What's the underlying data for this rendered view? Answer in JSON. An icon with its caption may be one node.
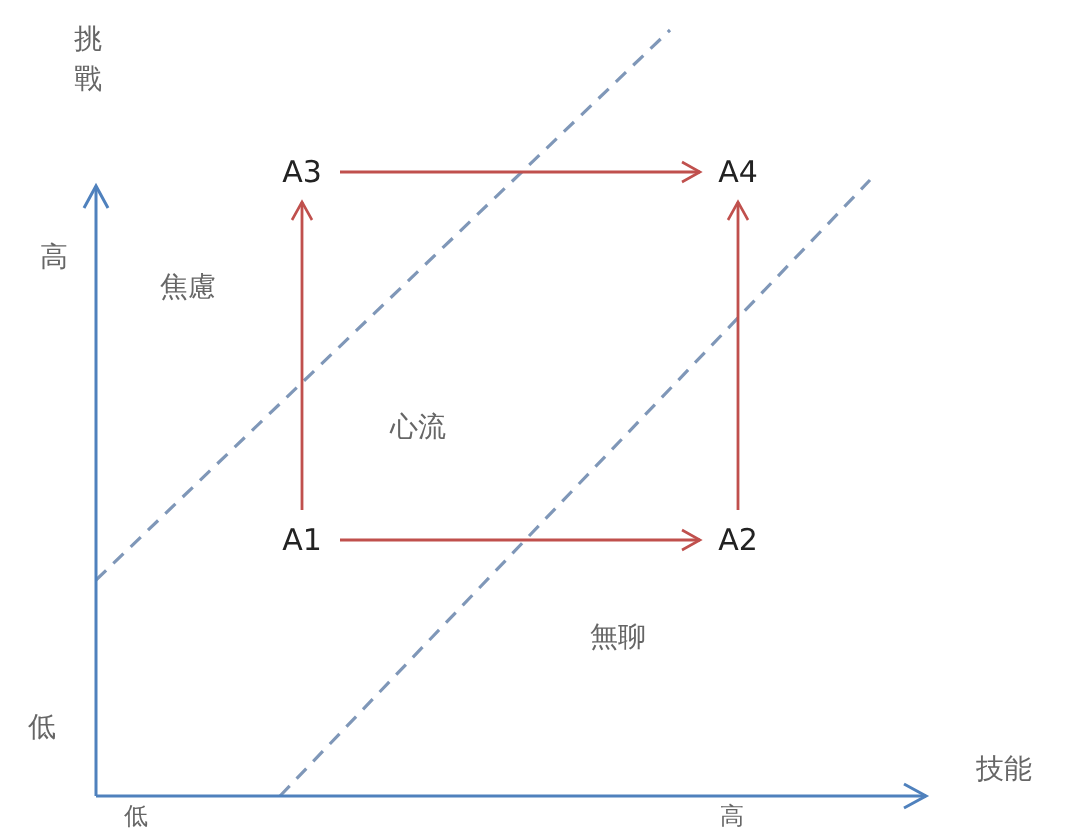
{
  "diagram": {
    "nodes": [
      {
        "text": [
          "A1"
        ]
      },
      {
        "text": [
          "A2"
        ]
      },
      {
        "text": [
          "A3"
        ]
      },
      {
        "text": [
          "A4"
        ]
      }
    ],
    "edges": [
      {
        "from": 0,
        "to": 1,
        "arrow": "to"
      },
      {
        "from": 0,
        "to": 2,
        "arrow": "to"
      },
      {
        "from": 2,
        "to": 3,
        "arrow": "to"
      },
      {
        "from": 1,
        "to": 3,
        "arrow": "to"
      }
    ],
    "labels": [
      "挑戰",
      "高",
      "焦慮",
      "心流",
      "低",
      "無聊",
      "技能",
      "低",
      "高"
    ]
  }
}
